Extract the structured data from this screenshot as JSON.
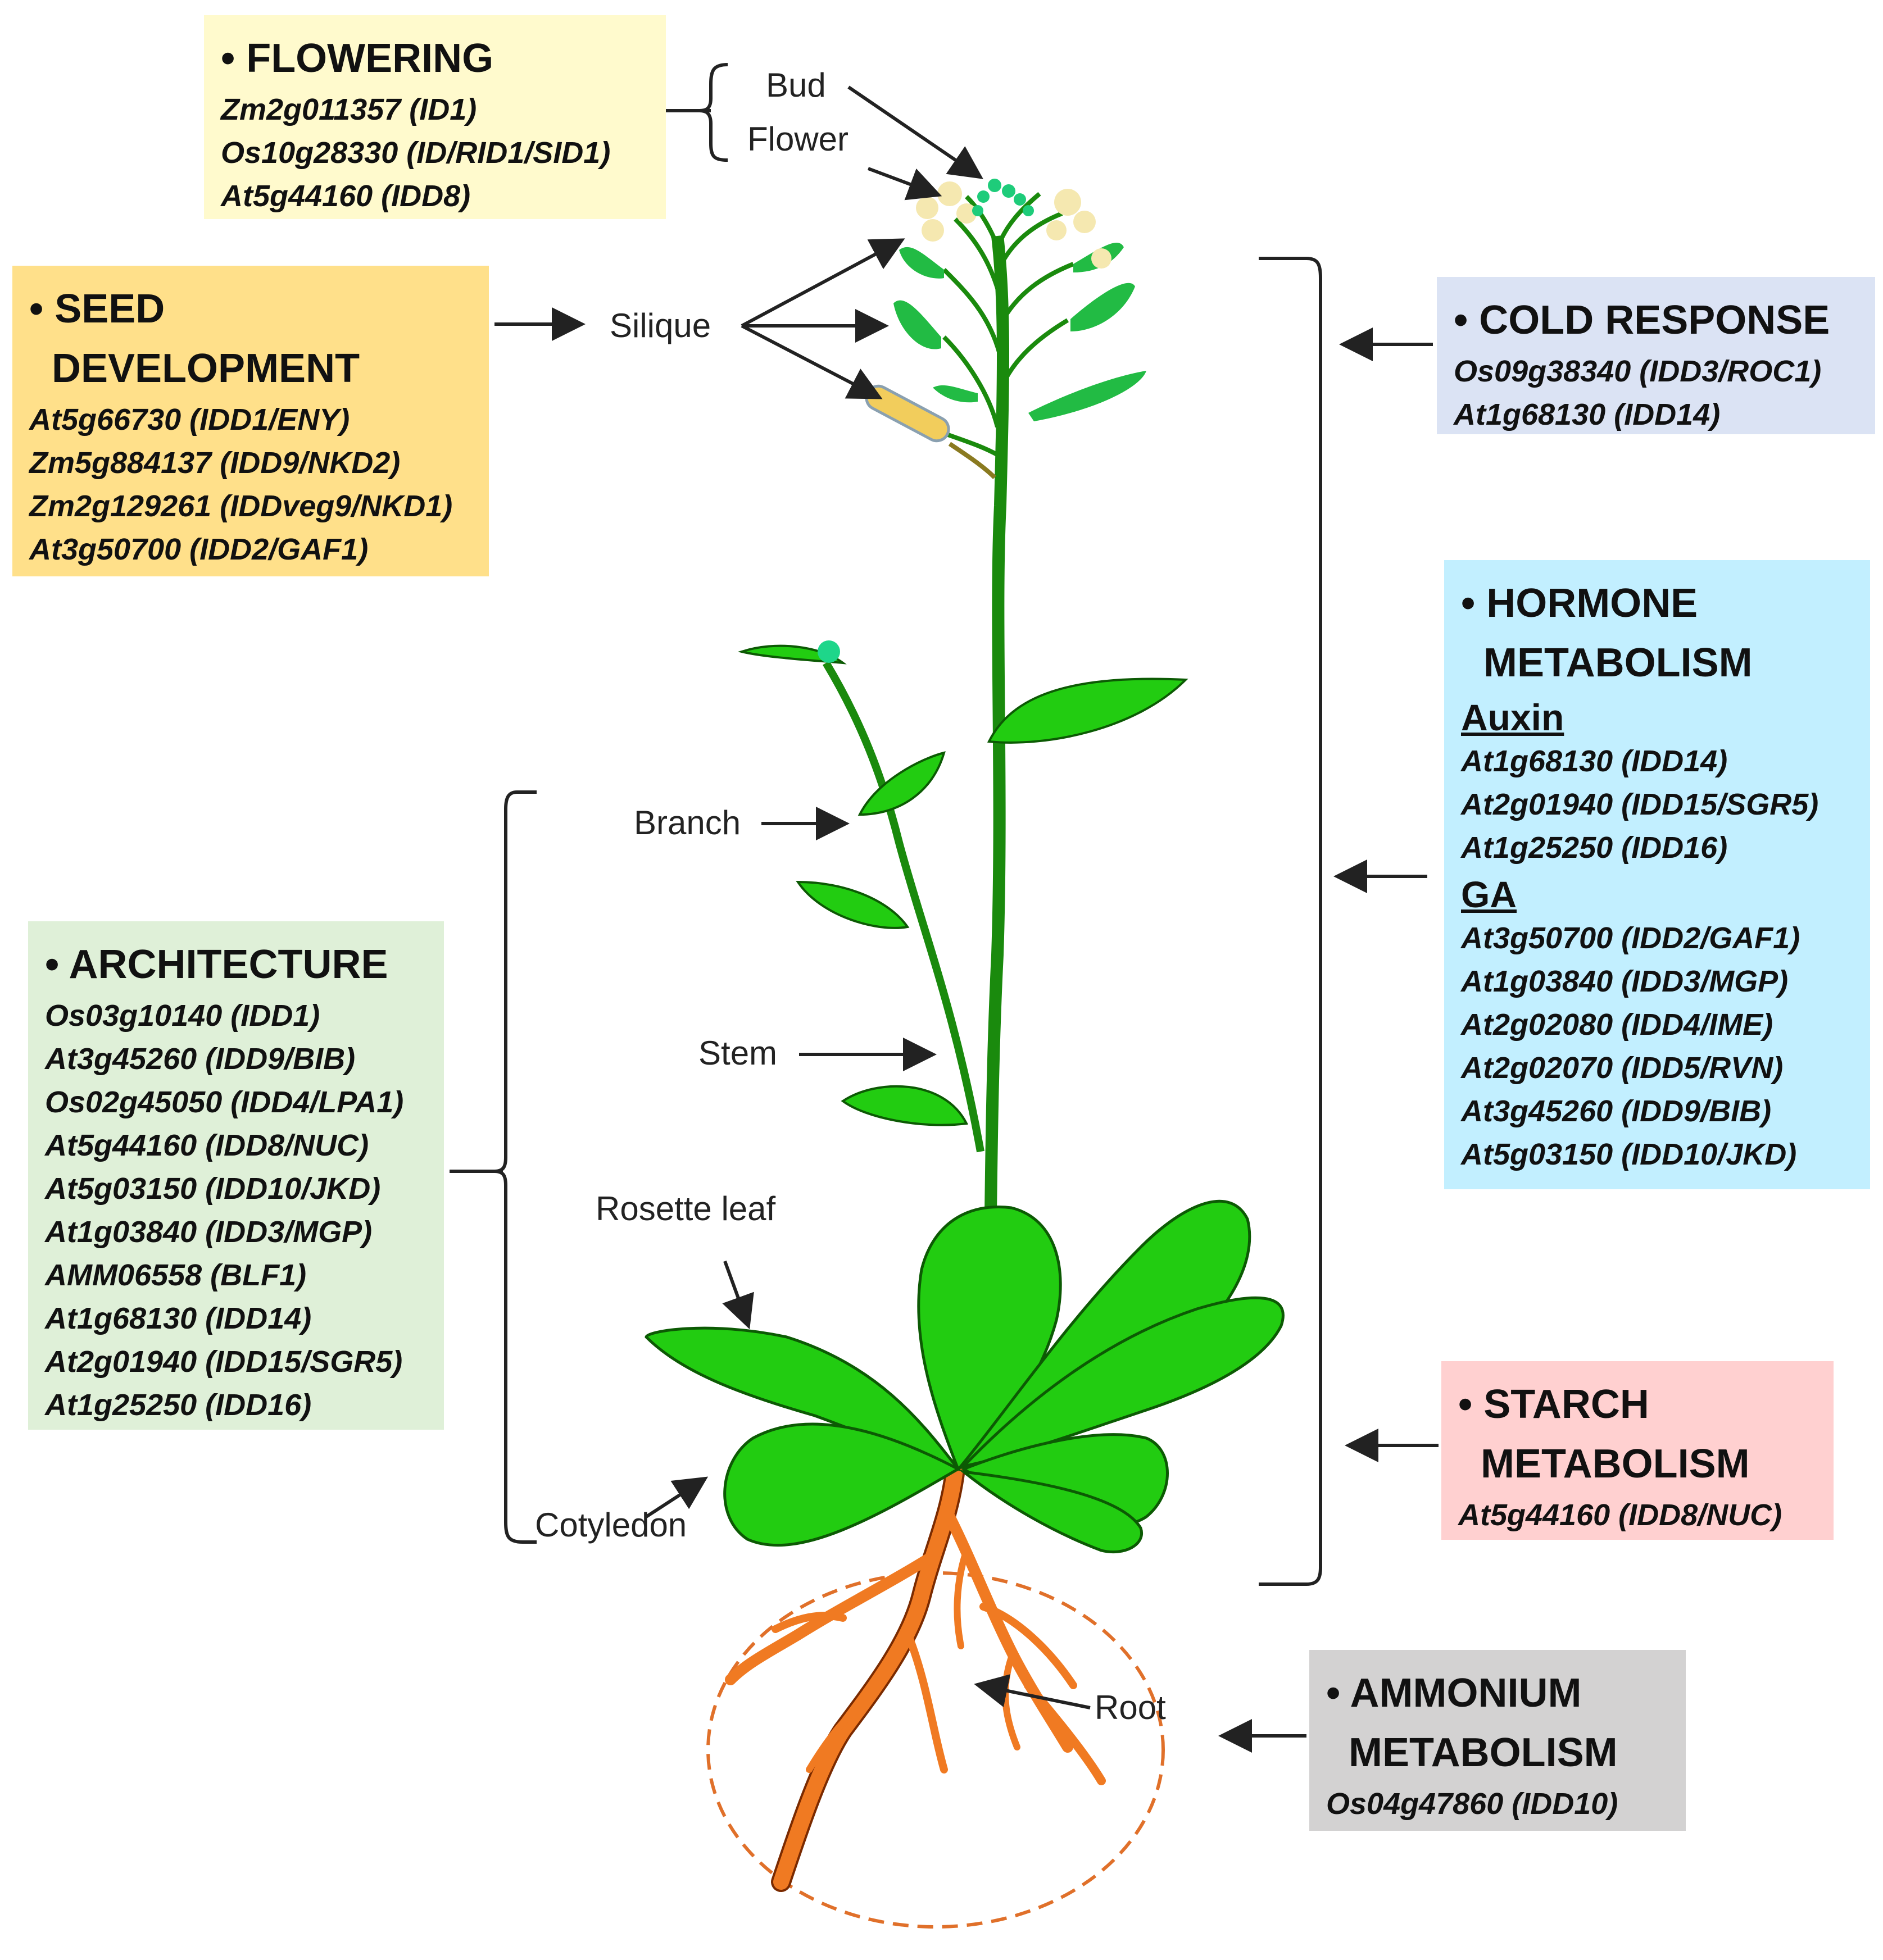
{
  "colors": {
    "flowering": "#fffacd",
    "seed": "#ffe08a",
    "architecture": "#dff0d8",
    "cold": "#dbe3f4",
    "hormone": "#c2efff",
    "starch": "#ffd0d0",
    "ammonium": "#d3d2d2",
    "leaf": "#22cc11",
    "root": "#f07a22",
    "silique": "#f2cd5c"
  },
  "boxes": {
    "flowering": {
      "title": "• FLOWERING",
      "genes": [
        "Zm2g011357 (ID1)",
        "Os10g28330 (ID/RID1/SID1)",
        "At5g44160 (IDD8)"
      ]
    },
    "seed": {
      "title1": "• SEED",
      "title2": "DEVELOPMENT",
      "genes": [
        "At5g66730 (IDD1/ENY)",
        "Zm5g884137 (IDD9/NKD2)",
        "Zm2g129261 (IDDveg9/NKD1)",
        "At3g50700 (IDD2/GAF1)"
      ]
    },
    "architecture": {
      "title": "• ARCHITECTURE",
      "genes": [
        "Os03g10140 (IDD1)",
        "At3g45260 (IDD9/BIB)",
        "Os02g45050 (IDD4/LPA1)",
        "At5g44160 (IDD8/NUC)",
        "At5g03150 (IDD10/JKD)",
        "At1g03840 (IDD3/MGP)",
        "AMM06558 (BLF1)",
        "At1g68130 (IDD14)",
        "At2g01940 (IDD15/SGR5)",
        "At1g25250 (IDD16)"
      ]
    },
    "cold": {
      "title": "• COLD RESPONSE",
      "genes": [
        "Os09g38340 (IDD3/ROC1)",
        "At1g68130 (IDD14)"
      ]
    },
    "hormone": {
      "title1": "• HORMONE",
      "title2": "METABOLISM",
      "auxin_label": "Auxin",
      "auxin_genes": [
        "At1g68130 (IDD14)",
        "At2g01940 (IDD15/SGR5)",
        "At1g25250 (IDD16)"
      ],
      "ga_label": "GA",
      "ga_genes": [
        "At3g50700 (IDD2/GAF1)",
        "At1g03840 (IDD3/MGP)",
        "At2g02080 (IDD4/IME)",
        "At2g02070 (IDD5/RVN)",
        "At3g45260 (IDD9/BIB)",
        "At5g03150 (IDD10/JKD)"
      ]
    },
    "starch": {
      "title1": "• STARCH",
      "title2": "METABOLISM",
      "genes": [
        "At5g44160 (IDD8/NUC)"
      ]
    },
    "ammonium": {
      "title1": "• AMMONIUM",
      "title2": "METABOLISM",
      "genes": [
        "Os04g47860 (IDD10)"
      ]
    }
  },
  "labels": {
    "bud": "Bud",
    "flower": "Flower",
    "silique": "Silique",
    "branch": "Branch",
    "stem": "Stem",
    "rosette_leaf": "Rosette leaf",
    "cotyledon": "Cotyledon",
    "root": "Root"
  }
}
